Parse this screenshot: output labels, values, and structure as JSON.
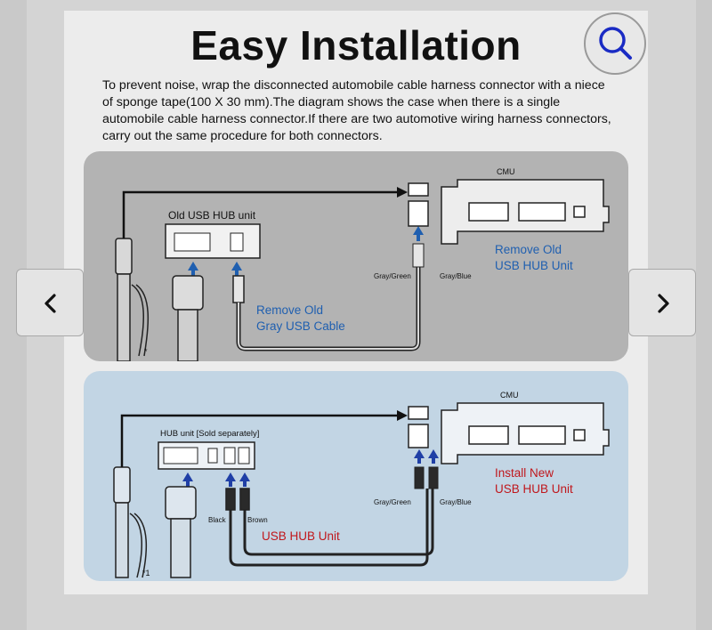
{
  "page": {
    "title": "Easy Installation",
    "intro": "To prevent noise, wrap the disconnected automobile cable harness connector with a niece of sponge tape(100 X 30 mm).The diagram shows the case when there is a single automobile cable harness connector.If there are two automotive wiring harness connectors, carry out the same procedure for both connectors."
  },
  "controls": {
    "zoom_icon": "magnifier-icon",
    "prev_icon": "chevron-left-icon",
    "next_icon": "chevron-right-icon",
    "prev_glyph": "‹",
    "next_glyph": "›"
  },
  "diagram_top": {
    "cmu_label": "CMU",
    "hub_label": "Old USB HUB unit",
    "wire_left": "Gray/Green",
    "wire_right": "Gray/Blue",
    "callout_cable_1": "Remove Old",
    "callout_cable_2": "Gray USB Cable",
    "callout_unit_1": "Remove Old",
    "callout_unit_2": "USB HUB Unit",
    "footnote": "*",
    "bg_color": "#b3b3b3",
    "callout_color": "#1f5fb0"
  },
  "diagram_bottom": {
    "cmu_label": "CMU",
    "hub_label": "HUB unit [Sold separately]",
    "wire_left": "Gray/Green",
    "wire_right": "Gray/Blue",
    "wire_black": "Black",
    "wire_brown": "Brown",
    "callout_hub": "USB HUB Unit",
    "callout_install_1": "Install New",
    "callout_install_2": "USB HUB Unit",
    "footnote": "*1",
    "bg_color": "#c2d5e4",
    "callout_color": "#c0171c"
  }
}
